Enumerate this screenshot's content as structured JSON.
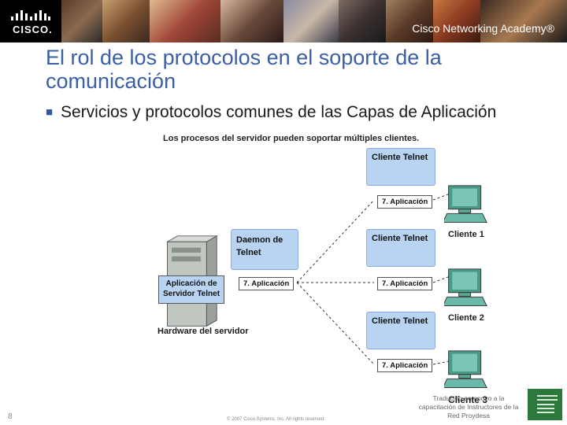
{
  "header": {
    "brand": "CISCO.",
    "academy": "Cisco Networking Academy®"
  },
  "slide": {
    "title": "El rol de los protocolos en el soporte de la comunicación",
    "bullet": "Servicios y protocolos comunes de las Capas de Aplicación"
  },
  "diagram": {
    "title": "Los procesos del servidor pueden soportar múltiples clientes.",
    "server_daemon": "Daemon de Telnet",
    "server_tag": "7. Aplicación",
    "server_app": "Aplicación de Servidor Telnet",
    "server_hw": "Hardware del servidor",
    "clients": [
      {
        "card": "Cliente Telnet",
        "tag": "7. Aplicación",
        "name": "Cliente 1"
      },
      {
        "card": "Cliente Telnet",
        "tag": "7. Aplicación",
        "name": "Cliente 2"
      },
      {
        "card": "Cliente Telnet",
        "tag": "7. Aplicación",
        "name": "Cliente 3"
      }
    ]
  },
  "footer": {
    "page_number": "8",
    "copyright": "© 2007 Cisco Systems, Inc. All rights reserved.",
    "note": "Traducido en apoyo a la capacitación de Instructores de la Red Proydesa"
  },
  "colors": {
    "title_blue": "#3a5fa5",
    "card_blue": "#b8d4f2",
    "banner_dark": "#1b1b1b",
    "footer_green": "#2b7a3b"
  }
}
